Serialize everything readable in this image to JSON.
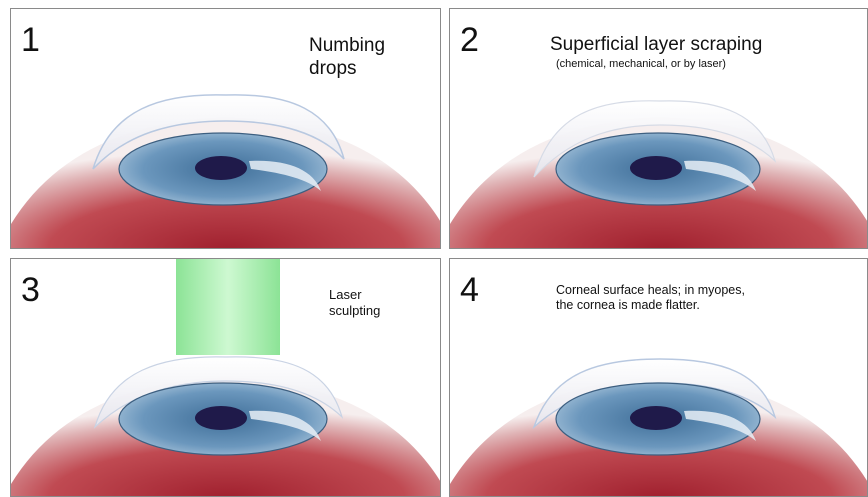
{
  "panels": [
    {
      "number": "1",
      "caption": "Numbing drops",
      "caption_lines": [
        "Numbing",
        "drops"
      ]
    },
    {
      "number": "2",
      "caption": "Superficial layer scraping",
      "subcaption": "(chemical, mechanical, or by laser)"
    },
    {
      "number": "3",
      "caption": "Laser sculpting",
      "caption_lines": [
        "Laser",
        "sculpting"
      ]
    },
    {
      "number": "4",
      "caption_lines": [
        "Corneal surface heals; in myopes,",
        "the cornea is made flatter."
      ]
    }
  ],
  "colors": {
    "eye_red": "#b2363e",
    "iris": "#5f8db4",
    "pupil": "#1f1a4a",
    "laser_green": "#9ff0a8",
    "panel_border": "#8a8a8a"
  }
}
